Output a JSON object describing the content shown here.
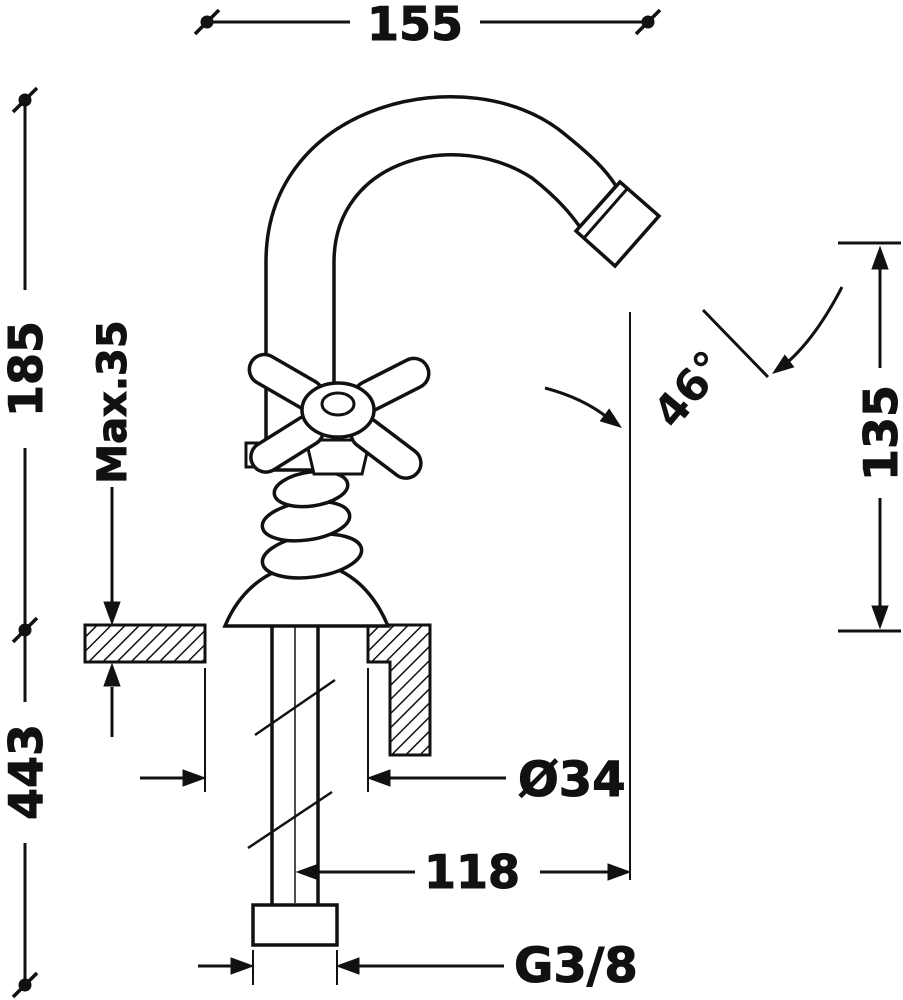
{
  "meta": {
    "background_color": "#ffffff",
    "line_color": "#111111",
    "description": "Technical dimension drawing of a bidet pillar tap with swivel spout"
  },
  "dimensions": {
    "width_top": "155",
    "height_upper_left": "185",
    "deck_thickness_max": "Max.35",
    "height_total_left": "443",
    "swivel_angle": "46°",
    "spout_height_right": "135",
    "hole_diameter": "Ø34",
    "spout_reach": "118",
    "thread_size": "G3/8"
  }
}
